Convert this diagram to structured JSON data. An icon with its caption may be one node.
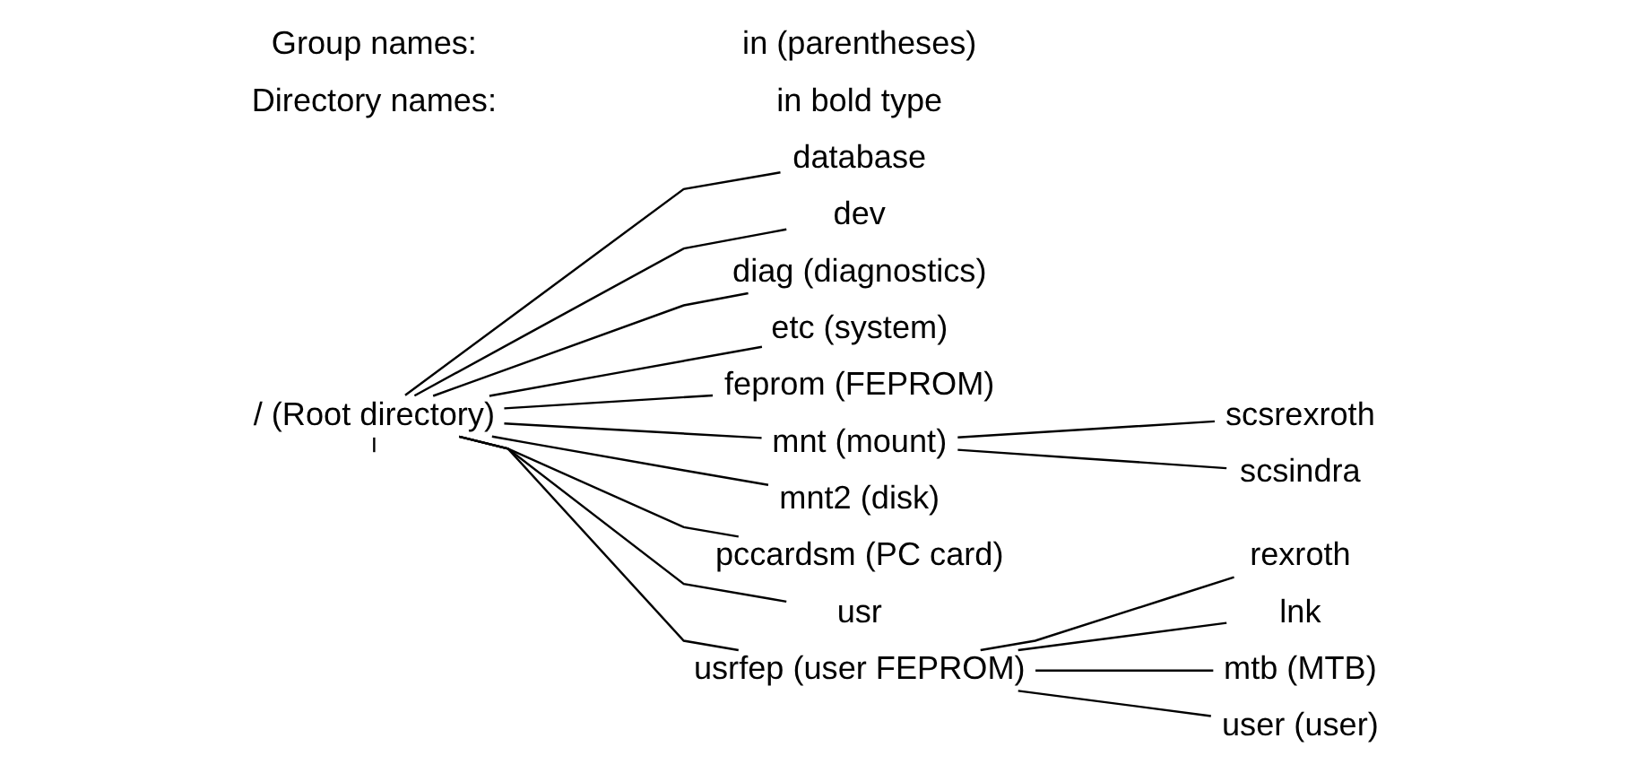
{
  "diagram": {
    "nodes": [
      {
        "text": [
          "/ (Root directory)"
        ]
      },
      {
        "text": [
          "database"
        ]
      },
      {
        "text": [
          "dev"
        ]
      },
      {
        "text": [
          "diag (diagnostics)"
        ]
      },
      {
        "text": [
          "etc (system)"
        ]
      },
      {
        "text": [
          "feprom (FEPROM)"
        ]
      },
      {
        "text": [
          "mnt (mount)"
        ]
      },
      {
        "text": [
          "mnt2 (disk)"
        ]
      },
      {
        "text": [
          "pccardsm (PC card)"
        ]
      },
      {
        "text": [
          "usr"
        ]
      },
      {
        "text": [
          "usrfep (user FEPROM)"
        ]
      },
      {
        "text": [
          "scsrexroth"
        ]
      },
      {
        "text": [
          "scsindra"
        ]
      },
      {
        "text": [
          "rexroth"
        ]
      },
      {
        "text": [
          "lnk"
        ]
      },
      {
        "text": [
          "mtb (MTB)"
        ]
      },
      {
        "text": [
          "user (user)"
        ]
      }
    ],
    "edges": [
      {
        "from": 0,
        "to": 1,
        "arrow": "none"
      },
      {
        "from": 0,
        "to": 2,
        "arrow": "none"
      },
      {
        "from": 0,
        "to": 3,
        "arrow": "none"
      },
      {
        "from": 0,
        "to": 4,
        "arrow": "none"
      },
      {
        "from": 0,
        "to": 5,
        "arrow": "none"
      },
      {
        "from": 0,
        "to": 6,
        "arrow": "none"
      },
      {
        "from": 0,
        "to": 7,
        "arrow": "none"
      },
      {
        "from": 0,
        "to": 8,
        "arrow": "none"
      },
      {
        "from": 0,
        "to": 9,
        "arrow": "none"
      },
      {
        "from": 0,
        "to": 10,
        "arrow": "none"
      },
      {
        "from": 0,
        "to": null,
        "arrow": "none"
      },
      {
        "from": 6,
        "to": 11,
        "arrow": "none"
      },
      {
        "from": 6,
        "to": 12,
        "arrow": "none"
      },
      {
        "from": 10,
        "to": 13,
        "arrow": "none"
      },
      {
        "from": 10,
        "to": 14,
        "arrow": "none"
      },
      {
        "from": 10,
        "to": 15,
        "arrow": "none"
      },
      {
        "from": 10,
        "to": 16,
        "arrow": "none"
      }
    ],
    "labels": [
      "Directory names:",
      "in bold type",
      "Group names:",
      "in (parentheses)"
    ]
  }
}
